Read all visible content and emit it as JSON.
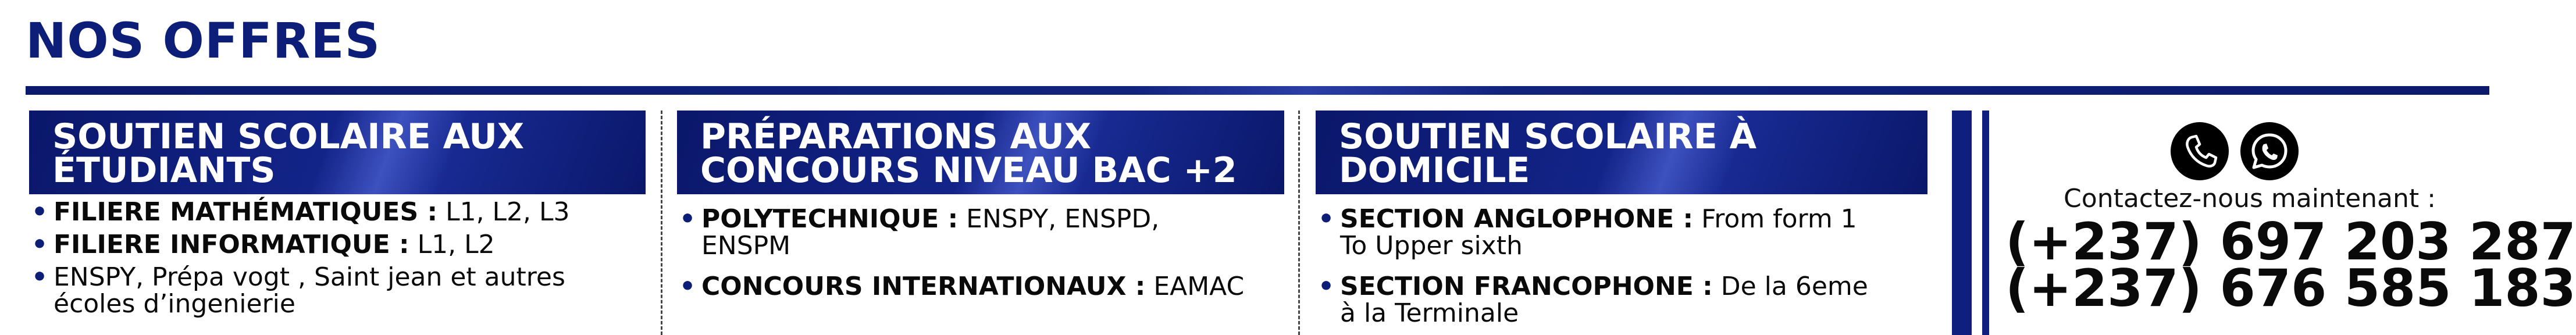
{
  "title": "NOS OFFRES",
  "colors": {
    "navy": "#0d1e78",
    "header_bg": "#132489",
    "icon_bg": "#000000"
  },
  "offers": [
    {
      "heading": [
        "SOUTIEN SCOLAIRE AUX",
        "ÉTUDIANTS"
      ],
      "items": [
        {
          "key": "FILIERE MATHÉMATIQUES :",
          "value": " L1, L2, L3",
          "cont": ""
        },
        {
          "key": "FILIERE INFORMATIQUE :",
          "value": " L1, L2",
          "cont": ""
        },
        {
          "key": "",
          "value": "ENSPY, Prépa vogt , Saint jean et autres",
          "cont": "écoles  d’ingenierie"
        }
      ]
    },
    {
      "heading": [
        "PRÉPARATIONS AUX",
        "CONCOURS NIVEAU BAC +2"
      ],
      "items": [
        {
          "key": "POLYTECHNIQUE :",
          "value": " ENSPY, ENSPD,",
          "cont": "ENSPM"
        },
        {
          "key": "CONCOURS INTERNATIONAUX :",
          "value": "  EAMAC",
          "cont": ""
        }
      ]
    },
    {
      "heading": [
        "SOUTIEN SCOLAIRE À",
        "DOMICILE"
      ],
      "items": [
        {
          "key": "SECTION ANGLOPHONE :",
          "value": " From form 1",
          "cont": "To Upper sixth"
        },
        {
          "key": "SECTION FRANCOPHONE :",
          "value": " De la 6eme",
          "cont": "à la Terminale"
        }
      ]
    }
  ],
  "contact": {
    "icons": [
      "phone-icon",
      "whatsapp-icon"
    ],
    "label": "Contactez-nous maintenant :",
    "phones": [
      "(+237) 697 203 287",
      "(+237) 676 585 183"
    ]
  }
}
